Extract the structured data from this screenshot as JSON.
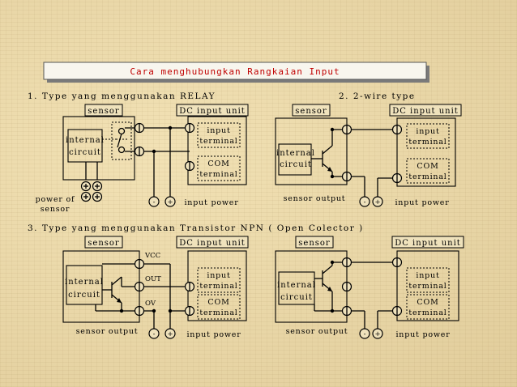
{
  "title": "Cara menghubungkan Rangkaian Input",
  "colors": {
    "title_text": "#c00000",
    "background": "#e9d8a8",
    "lines": "#000000"
  },
  "sections": {
    "relay": {
      "heading": "1. Type yang menggunakan RELAY",
      "sensor": "sensor",
      "dc_unit": "DC input unit",
      "internal": [
        "internal",
        "circuit"
      ],
      "input_terminal": [
        "input",
        "terminal"
      ],
      "com_terminal": [
        "COM",
        "terminal"
      ],
      "power_of_sensor": [
        "power of",
        "sensor"
      ],
      "minus": "-",
      "plus": "+",
      "input_power": "input power"
    },
    "two_wire": {
      "heading": "2. 2-wire type",
      "sensor": "sensor",
      "dc_unit": "DC input unit",
      "internal": [
        "internal",
        "circuit"
      ],
      "input_terminal": [
        "input",
        "terminal"
      ],
      "com_terminal": [
        "COM",
        "terminal"
      ],
      "sensor_output": "sensor output",
      "minus": "-",
      "plus": "+",
      "input_power": "input power"
    },
    "npn": {
      "heading": "3. Type yang menggunakan Transistor NPN ( Open Colector )",
      "left": {
        "sensor": "sensor",
        "dc_unit": "DC input unit",
        "internal": [
          "internal",
          "circuit"
        ],
        "vcc": "VCC",
        "out": "OUT",
        "ov": "OV",
        "input_terminal": [
          "input",
          "terminal"
        ],
        "com_terminal": [
          "COM",
          "terminal"
        ],
        "sensor_output": "sensor output",
        "minus": "-",
        "plus": "+",
        "input_power": "input power"
      },
      "right": {
        "sensor": "sensor",
        "dc_unit": "DC input unit",
        "internal": [
          "internal",
          "circuit"
        ],
        "input_terminal": [
          "input",
          "terminal"
        ],
        "com_terminal": [
          "COM",
          "terminal"
        ],
        "sensor_output": "sensor output",
        "minus": "-",
        "plus": "+",
        "input_power": "input power"
      }
    }
  }
}
